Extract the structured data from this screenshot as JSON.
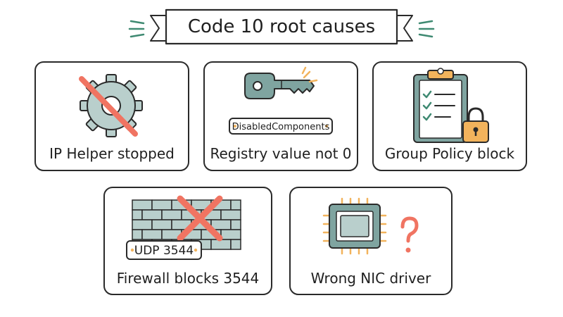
{
  "title": "Code 10 root causes",
  "colors": {
    "ink": "#2a2a2a",
    "teal_fill": "#b9cfcc",
    "teal_dark": "#7fa4a0",
    "red": "#f07462",
    "orange": "#f2b35c",
    "green": "#3f8a72",
    "paper": "#ffffff"
  },
  "cards": [
    {
      "label": "IP Helper stopped",
      "icon": "gear-icon-crossed"
    },
    {
      "label": "Registry value not 0",
      "icon": "key-icon",
      "tag": "DisabledComponents"
    },
    {
      "label": "Group Policy block",
      "icon": "clipboard-lock-icon"
    },
    {
      "label": "Firewall blocks 3544",
      "icon": "brick-wall-icon-crossed",
      "tag": "UDP 3544"
    },
    {
      "label": "Wrong NIC driver",
      "icon": "chip-question-icon"
    }
  ]
}
